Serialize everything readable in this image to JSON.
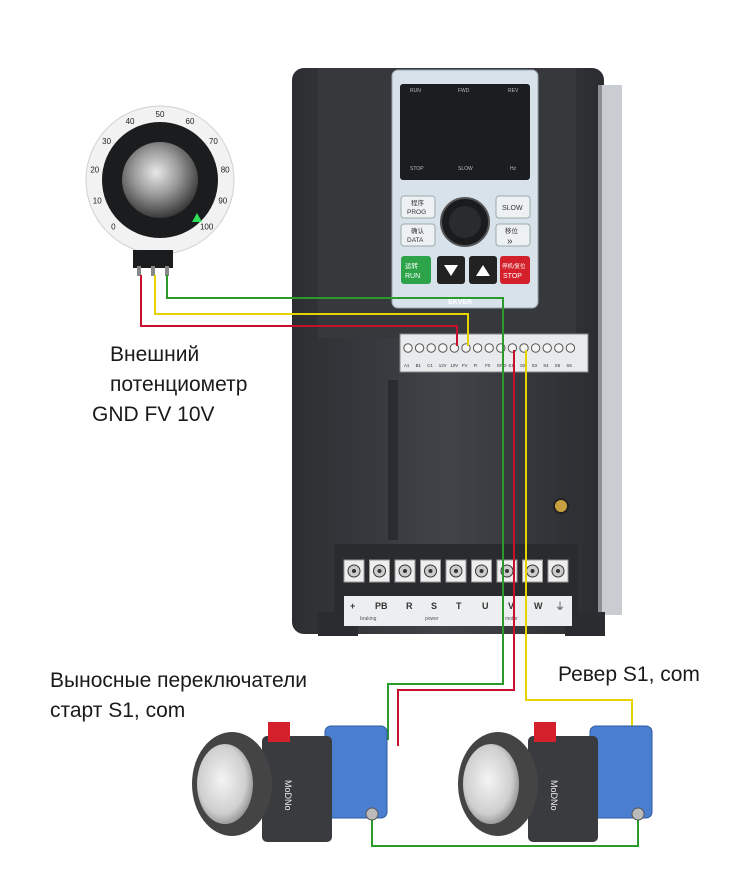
{
  "pot_dial": {
    "ticks": [
      "0",
      "10",
      "20",
      "30",
      "40",
      "50",
      "60",
      "70",
      "80",
      "90",
      "100"
    ]
  },
  "inverter": {
    "display_labels": {
      "run": "RUN",
      "fwd": "FWD",
      "rev": "REV",
      "stop": "STOP",
      "slow": "SLOW",
      "hz": "Hz"
    },
    "keys": {
      "prog_cn": "程序",
      "prog": "PROG",
      "data_cn": "确认",
      "data": "DATA",
      "shift_cn": "移位",
      "shift": "»",
      "slow": "SLOW",
      "run_cn": "运转",
      "run": "RUN",
      "stop_cn": "停机/复位",
      "stop": "STOP"
    },
    "brand": "EKVER",
    "control_terminals": [
      "A1",
      "B1",
      "C1",
      "12V",
      "10V",
      "FV",
      "FI",
      "F0",
      "GND",
      "S1",
      "S2",
      "S3",
      "S4",
      "S5",
      "S6"
    ],
    "power_terminals": {
      "plus": "+",
      "pb": "PB",
      "r": "R",
      "s": "S",
      "t": "T",
      "u": "U",
      "v": "V",
      "w": "W",
      "braking": "braking",
      "power": "power",
      "motor": "motor"
    }
  },
  "captions": {
    "potentiometer": [
      "Внешний",
      "потенциометр",
      "GND FV 10V"
    ],
    "start_switch": [
      "Выносные переключатели",
      "старт S1, com"
    ],
    "reverse_switch": "Ревер S1, com"
  },
  "buttons": {
    "brand": "MoDNo"
  },
  "colors": {
    "wire_green": "#2a9a2a",
    "wire_yellow": "#e8d200",
    "wire_red": "#c8102e",
    "inverter_body": "#3a3c40",
    "switch_blue": "#4a7fd0"
  }
}
